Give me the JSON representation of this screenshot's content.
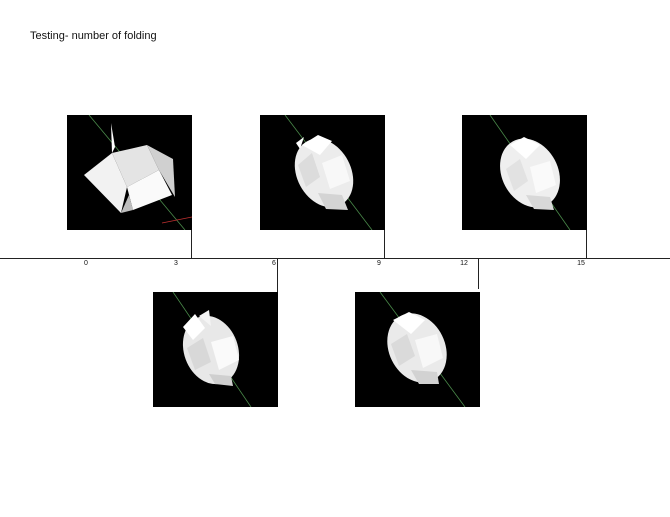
{
  "title": "Testing- number of folding",
  "timeline": {
    "ticks": [
      "0",
      "3",
      "6",
      "9",
      "12",
      "15"
    ]
  }
}
